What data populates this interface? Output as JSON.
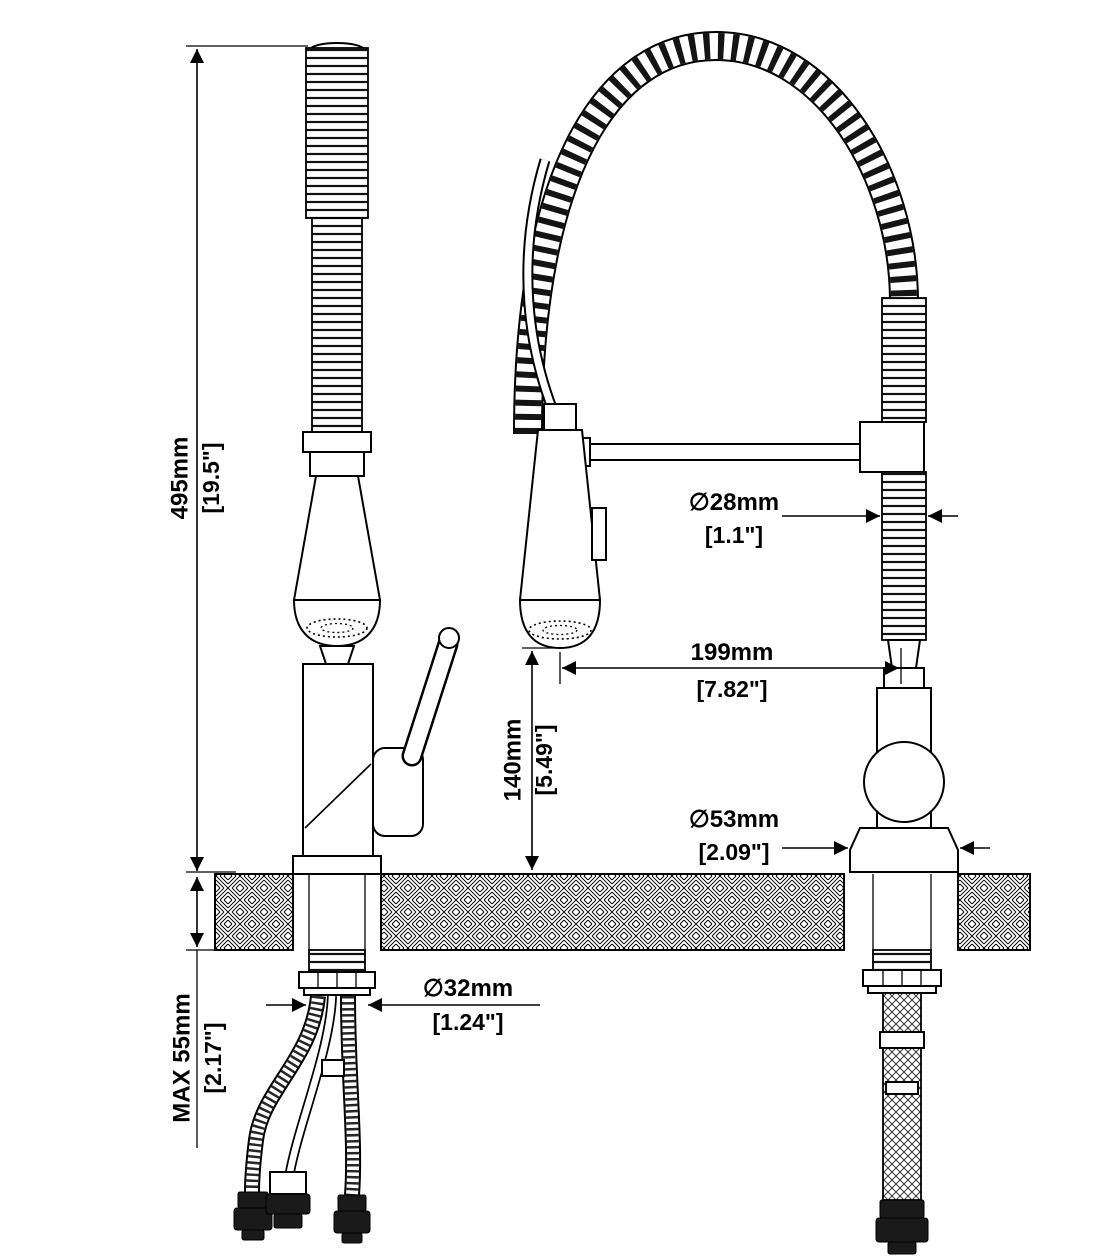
{
  "diagram": {
    "type": "technical-dimension-drawing",
    "subject": "pull-down spring kitchen faucet",
    "dims": {
      "overall_height_mm": "495mm",
      "overall_height_in": "[19.5\"]",
      "hose_coil_dia_mm": "∅28mm",
      "hose_coil_dia_in": "[1.1\"]",
      "spout_reach_mm": "199mm",
      "spout_reach_in": "[7.82\"]",
      "spout_height_mm": "140mm",
      "spout_height_in": "[5.49\"]",
      "base_dia_mm": "∅53mm",
      "base_dia_in": "[2.09\"]",
      "hole_dia_mm": "∅32mm",
      "hole_dia_in": "[1.24\"]",
      "deck_max_mm": "MAX 55mm",
      "deck_max_in": "[2.17\"]"
    }
  }
}
